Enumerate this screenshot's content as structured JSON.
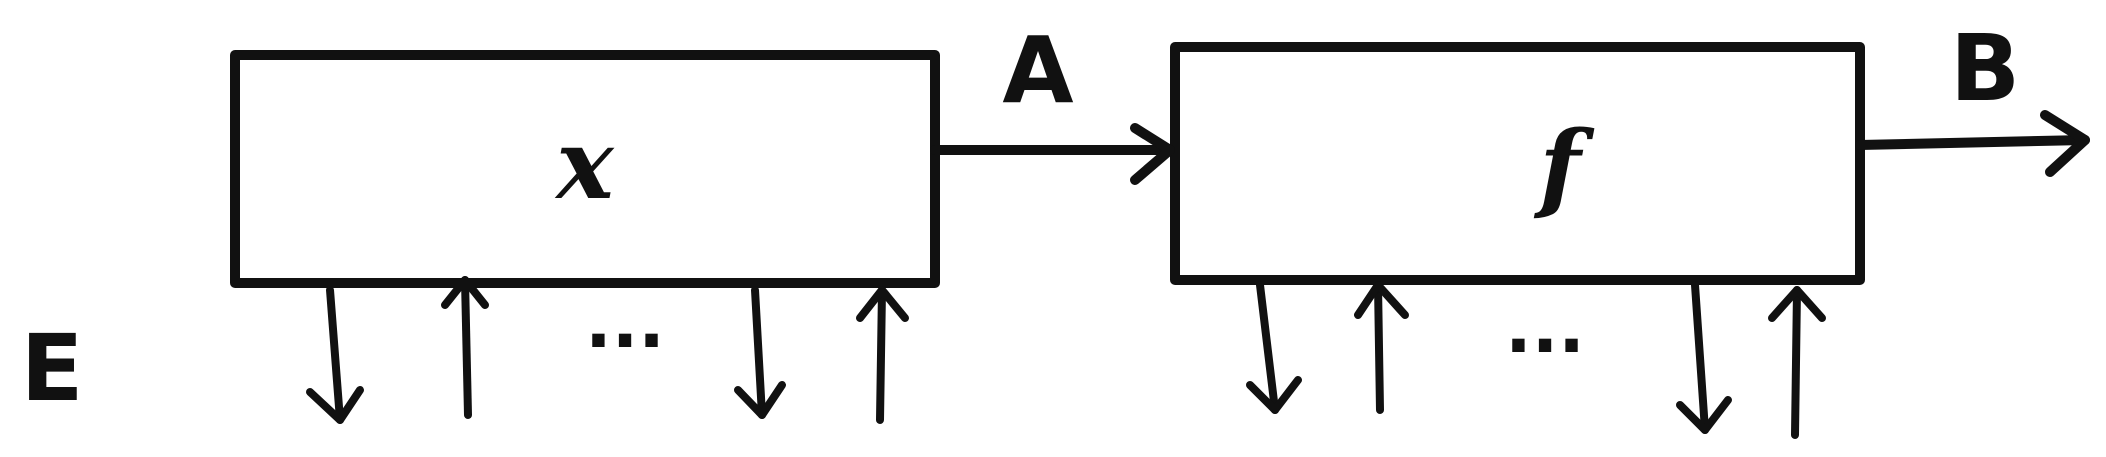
{
  "diagram": {
    "left_box": {
      "label": "x"
    },
    "right_box": {
      "label": "f"
    },
    "left_output_label": "A",
    "right_output_label": "B",
    "environment_label": "E",
    "ellipsis": "···"
  }
}
